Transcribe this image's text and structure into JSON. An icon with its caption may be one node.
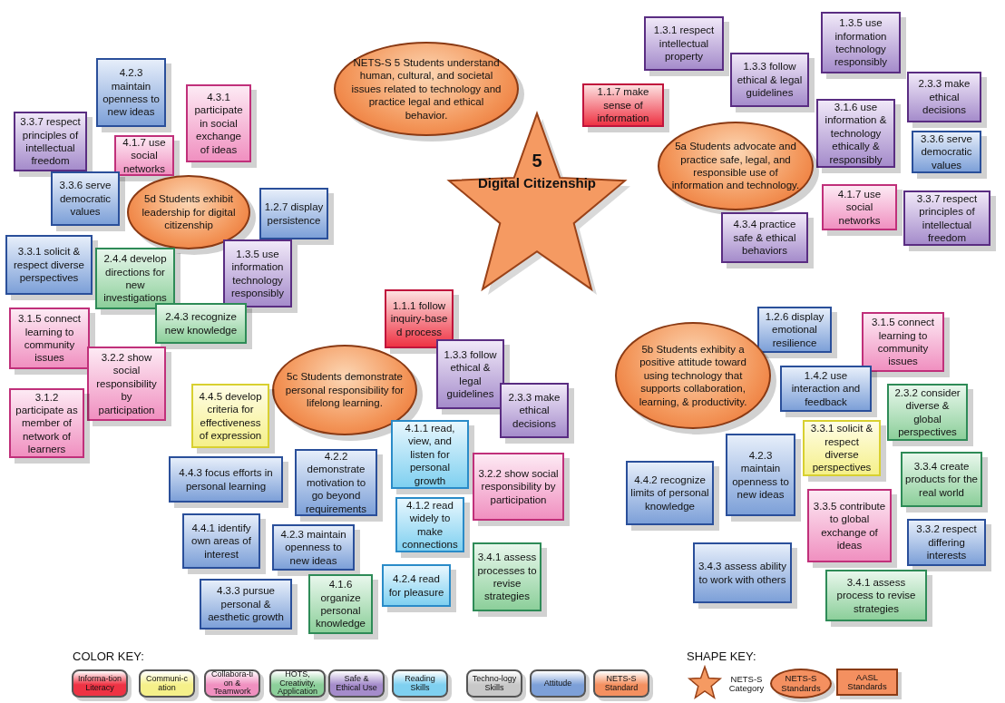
{
  "diagram": {
    "nodes": [
      {
        "text": [
          "5",
          "Digital Citizenship"
        ]
      },
      {
        "text": [
          "NETS-S 5 Students understand human, cultural, and societal issues related to technology and practice legal and ethical behavior."
        ]
      },
      {
        "text": [
          "1.3.1 respect intellectual property"
        ]
      },
      {
        "text": [
          "1.3.5 use information technology responsibly"
        ]
      },
      {
        "text": [
          "4.2.3 maintain openness to new ideas"
        ]
      },
      {
        "text": [
          "4.3.1 participate in social exchange of ideas"
        ]
      },
      {
        "text": [
          "1.1.7 make sense of information"
        ]
      },
      {
        "text": [
          "1.3.3 follow ethical & legal guidelines"
        ]
      },
      {
        "text": [
          "2.3.3 make ethical decisions"
        ]
      },
      {
        "text": [
          "3.3.7 respect principles of intellectual freedom"
        ]
      },
      {
        "text": [
          "4.1.7 use social networks"
        ]
      },
      {
        "text": [
          "3.1.6 use information & technology ethically & responsibly"
        ]
      },
      {
        "text": [
          "5a Students advocate and practice safe, legal, and responsible use of information and technology."
        ]
      },
      {
        "text": [
          "3.3.6 serve democratic values"
        ]
      },
      {
        "text": [
          "3.3.6 serve democratic values"
        ]
      },
      {
        "text": [
          "5d Students exhibit leadership for digital citizenship"
        ]
      },
      {
        "text": [
          "1.2.7 display persistence"
        ]
      },
      {
        "text": [
          "4.1.7 use social networks"
        ]
      },
      {
        "text": [
          "3.3.7 respect principles of intellectual freedom"
        ]
      },
      {
        "text": [
          "4.3.4 practice safe & ethical behaviors"
        ]
      },
      {
        "text": [
          "3.3.1 solicit & respect diverse perspectives"
        ]
      },
      {
        "text": [
          "2.4.4 develop directions for new investigations"
        ]
      },
      {
        "text": [
          "1.3.5 use information technology responsibly"
        ]
      },
      {
        "text": [
          "1.1.1 follow inquiry-base d process"
        ]
      },
      {
        "text": [
          "2.4.3 recognize new knowledge"
        ]
      },
      {
        "text": [
          "1.2.6 display emotional resilience"
        ]
      },
      {
        "text": [
          "3.1.5 connect learning to community issues"
        ]
      },
      {
        "text": [
          "3.1.5 connect learning to community issues"
        ]
      },
      {
        "text": [
          "1.3.3 follow ethical & legal guidelines"
        ]
      },
      {
        "text": [
          "5c Students demonstrate personal responsibility for lifelong learning."
        ]
      },
      {
        "text": [
          "5b Students exhibity a positive attitude toward using technology that supports collaboration, learning, & productivity."
        ]
      },
      {
        "text": [
          "1.4.2 use interaction and feedback"
        ]
      },
      {
        "text": [
          "3.2.2 show social responsibility by participation"
        ]
      },
      {
        "text": [
          "2.3.3 make ethical decisions"
        ]
      },
      {
        "text": [
          "2.3.2 consider diverse & global perspectives"
        ]
      },
      {
        "text": [
          "3.1.2 participate as member of network of learners"
        ]
      },
      {
        "text": [
          "4.4.5 develop criteria for effectiveness of expression"
        ]
      },
      {
        "text": [
          "3.3.1 solicit & respect diverse perspectives"
        ]
      },
      {
        "text": [
          "4.1.1 read, view, and listen for personal growth"
        ]
      },
      {
        "text": [
          "4.2.3 maintain openness to new ideas"
        ]
      },
      {
        "text": [
          "3.2.2 show social responsibility by participation"
        ]
      },
      {
        "text": [
          "4.4.2 recognize limits of personal knowledge"
        ]
      },
      {
        "text": [
          "3.3.4 create products for the real world"
        ]
      },
      {
        "text": [
          "4.4.3 focus efforts in personal learning"
        ]
      },
      {
        "text": [
          "4.2.2 demonstrate motivation to go beyond requirements"
        ]
      },
      {
        "text": [
          "4.1.2 read widely to make connections"
        ]
      },
      {
        "text": [
          "3.3.5 contribute to global exchange of ideas"
        ]
      },
      {
        "text": [
          "3.3.2 respect differing interests"
        ]
      },
      {
        "text": [
          "4.4.1 identify own areas of interest"
        ]
      },
      {
        "text": [
          "4.2.3 maintain openness to new ideas"
        ]
      },
      {
        "text": [
          "3.4.1 assess processes to revise strategies"
        ]
      },
      {
        "text": [
          "3.4.3 assess ability to work with others"
        ]
      },
      {
        "text": [
          "4.2.4 read for pleasure"
        ]
      },
      {
        "text": [
          "3.4.1 assess process to revise strategies"
        ]
      },
      {
        "text": [
          "4.3.3 pursue personal & aesthetic growth"
        ]
      },
      {
        "text": [
          "4.1.6 organize personal knowledge"
        ]
      }
    ],
    "labels": [
      "COLOR KEY:",
      "SHAPE KEY:"
    ],
    "legend": [
      {
        "text": "Informa-tion Literacy",
        "color": "#ee3344"
      },
      {
        "text": "Communi-c ation",
        "color": "#f5f08a"
      },
      {
        "text": "Collabora-ti on & Teamwork",
        "color": "#f090c0"
      },
      {
        "text": "HOTS, Creativity, Application",
        "color": "#8ccf9a"
      },
      {
        "text": "Safe & Ethical Use",
        "color": "#a58ccb"
      },
      {
        "text": "Reading Skills",
        "color": "#7fd0f0"
      },
      {
        "text": "Techno-logy Skills",
        "color": "#c8c8c8"
      },
      {
        "text": "Attitude",
        "color": "#7da0d8"
      },
      {
        "text": "NETS-S Standard",
        "color": "#f49060"
      },
      {
        "text": "NETS-S Category"
      },
      {
        "text": "NETS-S Standards"
      },
      {
        "text": "AASL Standards"
      }
    ]
  }
}
